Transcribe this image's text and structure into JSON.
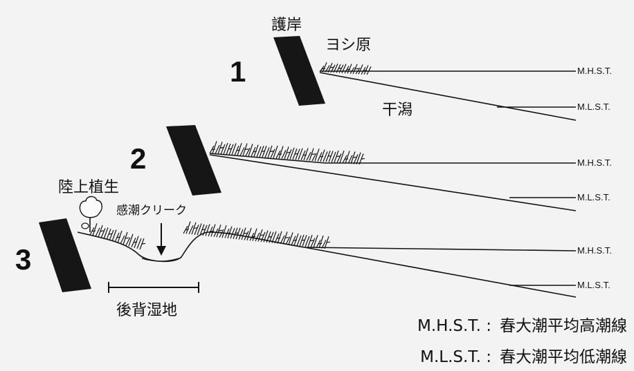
{
  "labels": {
    "seawall": "護岸",
    "reed_bed": "ヨシ原",
    "tidal_flat": "干潟",
    "terrestrial_vegetation": "陸上植生",
    "tidal_creek": "感潮クリーク",
    "back_marsh": "後背湿地"
  },
  "stage_numbers": [
    "1",
    "2",
    "3"
  ],
  "levels": {
    "mhst": "M.H.S.T.",
    "mlst": "M.L.S.T."
  },
  "legend": [
    {
      "abbr": "M.H.S.T. :",
      "meaning": "春大潮平均高潮線"
    },
    {
      "abbr": "M.L.S.T. :",
      "meaning": "春大潮平均低潮線"
    }
  ]
}
